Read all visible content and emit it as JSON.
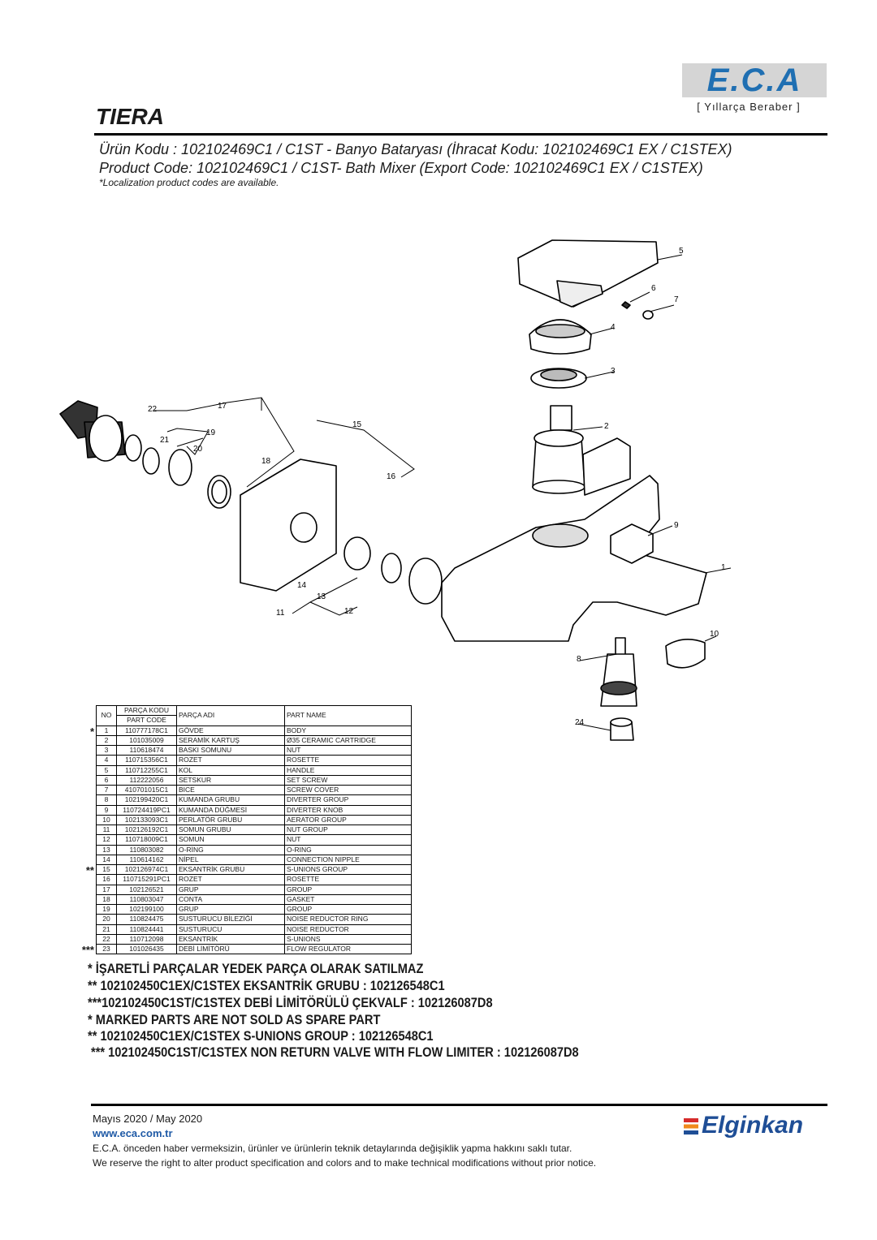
{
  "header": {
    "logo": "E.C.A",
    "tagline": "[ Yıllarça Beraber ]",
    "series_title": "TIERA"
  },
  "product": {
    "code_tr": "Ürün Kodu : 102102469C1 / C1ST - Banyo Bataryası (İhracat Kodu: 102102469C1 EX / C1STEX)",
    "code_en": "Product Code: 102102469C1 / C1ST- Bath Mixer (Export Code: 102102469C1 EX / C1STEX)",
    "note": "*Localization product codes are available."
  },
  "diagram_labels": [
    "1",
    "2",
    "3",
    "4",
    "5",
    "6",
    "7",
    "8",
    "9",
    "10",
    "11",
    "12",
    "13",
    "14",
    "15",
    "16",
    "17",
    "18",
    "19",
    "20",
    "21",
    "22",
    "24"
  ],
  "table": {
    "headers": {
      "no": "NO",
      "code_tr": "PARÇA KODU",
      "code_en": "PART CODE",
      "name_tr": "PARÇA ADI",
      "name_en": "PART NAME"
    },
    "rows": [
      {
        "mark": "*",
        "no": "1",
        "code": "110777178C1",
        "tr": "GÖVDE",
        "en": "BODY"
      },
      {
        "mark": "",
        "no": "2",
        "code": "101035009",
        "tr": "SERAMİK KARTUŞ",
        "en": "Ø35 CERAMIC CARTRIDGE"
      },
      {
        "mark": "",
        "no": "3",
        "code": "110618474",
        "tr": "BASKI SOMUNU",
        "en": "NUT"
      },
      {
        "mark": "",
        "no": "4",
        "code": "110715356C1",
        "tr": "ROZET",
        "en": "ROSETTE"
      },
      {
        "mark": "",
        "no": "5",
        "code": "110712255C1",
        "tr": "KOL",
        "en": "HANDLE"
      },
      {
        "mark": "",
        "no": "6",
        "code": "112222056",
        "tr": "SETSKUR",
        "en": "SET SCREW"
      },
      {
        "mark": "",
        "no": "7",
        "code": "410701015C1",
        "tr": "BICE",
        "en": "SCREW COVER"
      },
      {
        "mark": "",
        "no": "8",
        "code": "102199420C1",
        "tr": "KUMANDA GRUBU",
        "en": "DIVERTER GROUP"
      },
      {
        "mark": "",
        "no": "9",
        "code": "110724419PC1",
        "tr": "KUMANDA DÜĞMESİ",
        "en": "DIVERTER KNOB"
      },
      {
        "mark": "",
        "no": "10",
        "code": "102133093C1",
        "tr": "PERLATÖR GRUBU",
        "en": "AERATOR GROUP"
      },
      {
        "mark": "",
        "no": "11",
        "code": "102126192C1",
        "tr": "SOMUN GRUBU",
        "en": "NUT GROUP"
      },
      {
        "mark": "",
        "no": "12",
        "code": "110718009C1",
        "tr": "SOMUN",
        "en": "NUT"
      },
      {
        "mark": "",
        "no": "13",
        "code": "110803082",
        "tr": "O-RİNG",
        "en": "O-RING"
      },
      {
        "mark": "",
        "no": "14",
        "code": "110614162",
        "tr": "NİPEL",
        "en": "CONNECTION NIPPLE"
      },
      {
        "mark": "**",
        "no": "15",
        "code": "102126974C1",
        "tr": "EKSANTRİK GRUBU",
        "en": "S-UNIONS GROUP"
      },
      {
        "mark": "",
        "no": "16",
        "code": "110715291PC1",
        "tr": "ROZET",
        "en": "ROSETTE"
      },
      {
        "mark": "",
        "no": "17",
        "code": "102126521",
        "tr": "GRUP",
        "en": "GROUP"
      },
      {
        "mark": "",
        "no": "18",
        "code": "110803047",
        "tr": "CONTA",
        "en": "GASKET"
      },
      {
        "mark": "",
        "no": "19",
        "code": "102199100",
        "tr": "GRUP",
        "en": "GROUP"
      },
      {
        "mark": "",
        "no": "20",
        "code": "110824475",
        "tr": "SUSTURUCU BİLEZİĞİ",
        "en": "NOISE REDUCTOR RING"
      },
      {
        "mark": "",
        "no": "21",
        "code": "110824441",
        "tr": "SUSTURUCU",
        "en": "NOISE REDUCTOR"
      },
      {
        "mark": "",
        "no": "22",
        "code": "110712098",
        "tr": "EKSANTRİK",
        "en": "S-UNIONS"
      },
      {
        "mark": "***",
        "no": "23",
        "code": "101026435",
        "tr": "DEBİ LİMİTÖRÜ",
        "en": "FLOW REGULATOR"
      }
    ]
  },
  "notes": [
    "* İŞARETLİ PARÇALAR YEDEK PARÇA OLARAK SATILMAZ",
    "** 102102450C1EX/C1STEX EKSANTRİK GRUBU : 102126548C1",
    "***102102450C1ST/C1STEX  DEBİ LİMİTÖRÜLÜ ÇEKVALF : 102126087D8",
    "* MARKED PARTS ARE NOT SOLD AS SPARE PART",
    "** 102102450C1EX/C1STEX S-UNIONS GROUP  : 102126548C1",
    "*** 102102450C1ST/C1STEX NON RETURN VALVE WITH FLOW LIMITER : 102126087D8"
  ],
  "footer": {
    "date": "Mayıs 2020 / May 2020",
    "url": "www.eca.com.tr",
    "disclaimer_tr": "E.C.A. önceden haber vermeksizin, ürünler ve ürünlerin teknik detaylarında değişiklik yapma hakkını saklı tutar.",
    "disclaimer_en": "We reserve the right to alter product specification and colors and to make technical modifications without prior notice.",
    "distributor_logo": "Elginkan"
  }
}
